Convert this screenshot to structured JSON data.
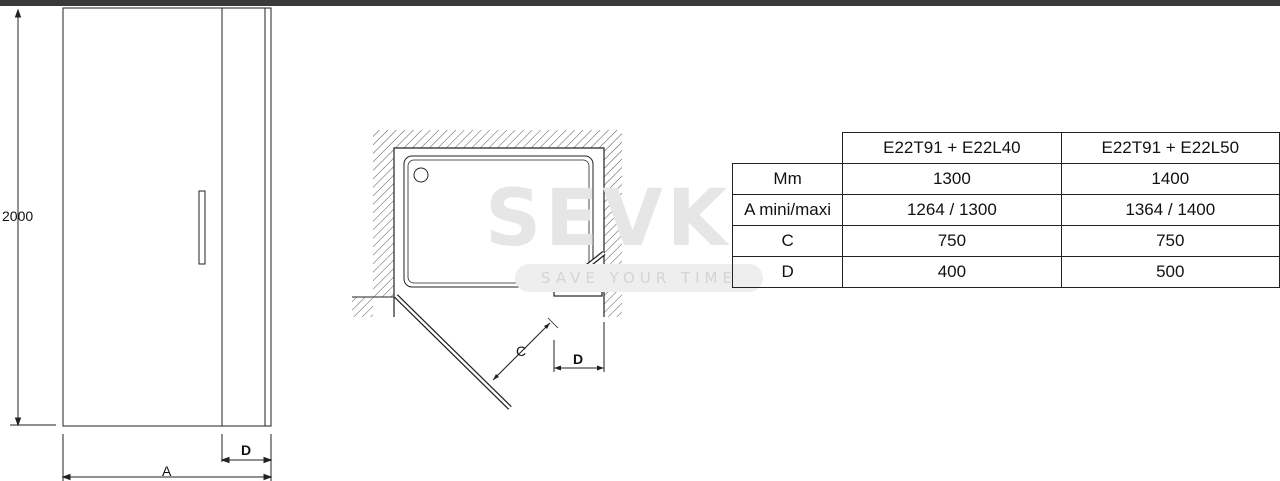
{
  "elevation": {
    "height_label": "2000",
    "width_label": "A",
    "panel_label": "D"
  },
  "plan": {
    "swing_label": "C",
    "panel_label": "D"
  },
  "watermark": {
    "brand": "SEVK",
    "tagline": "SAVE YOUR TIME"
  },
  "specs_table": {
    "columns": [
      "E22T91 + E22L40",
      "E22T91 + E22L50"
    ],
    "rows": [
      {
        "label": "Mm",
        "values": [
          "1300",
          "1400"
        ]
      },
      {
        "label": "A mini/maxi",
        "values": [
          "1264 / 1300",
          "1364 / 1400"
        ]
      },
      {
        "label": "C",
        "values": [
          "750",
          "750"
        ]
      },
      {
        "label": "D",
        "values": [
          "400",
          "500"
        ]
      }
    ]
  },
  "colors": {
    "line": "#222222",
    "hatch": "#555555",
    "watermark": "#e6e6e6"
  }
}
